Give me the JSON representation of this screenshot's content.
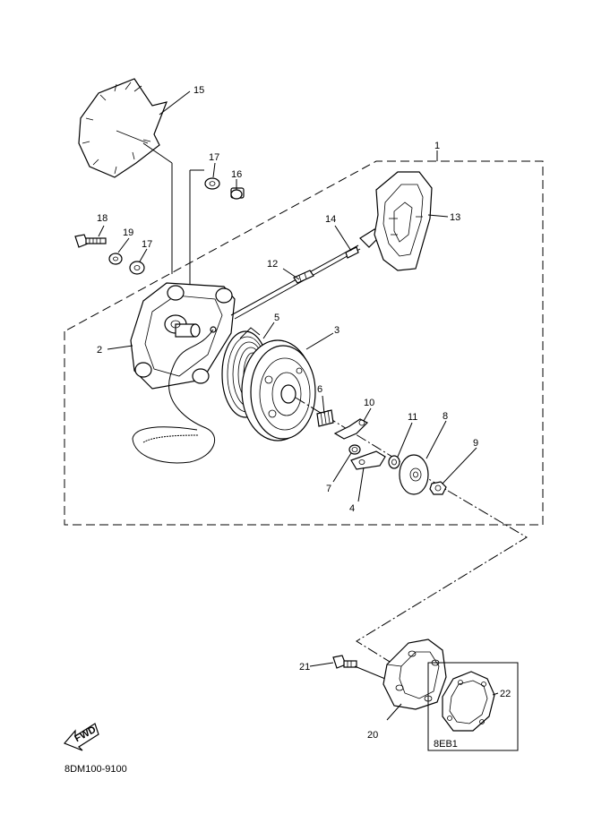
{
  "diagram": {
    "drawing_code": "8DM100-9100",
    "direction_label": "FWD",
    "kit_label": "8EB1",
    "callouts": {
      "c1": "1",
      "c2": "2",
      "c3": "3",
      "c4": "4",
      "c5": "5",
      "c6": "6",
      "c7": "7",
      "c8": "8",
      "c9": "9",
      "c10": "10",
      "c11": "11",
      "c12": "12",
      "c13": "13",
      "c14": "14",
      "c15": "15",
      "c16": "16",
      "c17a": "17",
      "c17b": "17",
      "c18": "18",
      "c19": "19",
      "c20": "20",
      "c21": "21",
      "c22": "22"
    }
  }
}
